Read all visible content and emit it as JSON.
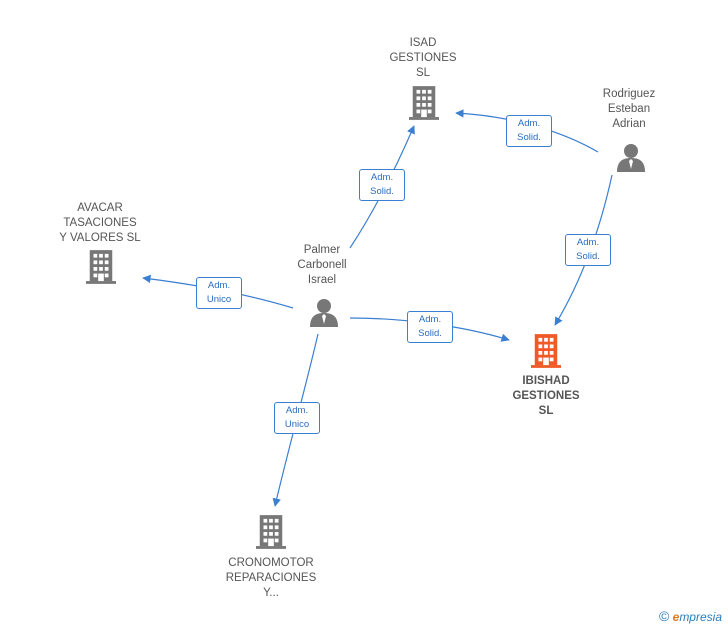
{
  "nodes": [
    {
      "id": "isad",
      "type": "company",
      "label": "ISAD\nGESTIONES\nSL",
      "color": "#777777"
    },
    {
      "id": "rodriguez",
      "type": "person",
      "label": "Rodriguez\nEsteban\nAdrian",
      "color": "#777777"
    },
    {
      "id": "avacar",
      "type": "company",
      "label": "AVACAR\nTASACIONES\nY VALORES  SL",
      "color": "#777777"
    },
    {
      "id": "palmer",
      "type": "person",
      "label": "Palmer\nCarbonell\nIsrael",
      "color": "#777777"
    },
    {
      "id": "ibishad",
      "type": "company",
      "label": "IBISHAD\nGESTIONES\nSL",
      "color": "#f05a28",
      "highlight": true
    },
    {
      "id": "cronomotor",
      "type": "company",
      "label": "CRONOMOTOR\nREPARACIONES\nY...",
      "color": "#777777"
    }
  ],
  "edges": [
    {
      "from": "palmer",
      "to": "isad",
      "label": "Adm.\nSolid."
    },
    {
      "from": "rodriguez",
      "to": "isad",
      "label": "Adm.\nSolid."
    },
    {
      "from": "rodriguez",
      "to": "ibishad",
      "label": "Adm.\nSolid."
    },
    {
      "from": "palmer",
      "to": "avacar",
      "label": "Adm.\nUnico"
    },
    {
      "from": "palmer",
      "to": "ibishad",
      "label": "Adm.\nSolid."
    },
    {
      "from": "palmer",
      "to": "cronomotor",
      "label": "Adm.\nUnico"
    }
  ],
  "footer": {
    "copyright": "©",
    "brand_initial": "e",
    "brand_rest": "mpresia"
  },
  "colors": {
    "edge": "#3a7fd0",
    "accent": "#f05a28",
    "icon": "#777777"
  }
}
